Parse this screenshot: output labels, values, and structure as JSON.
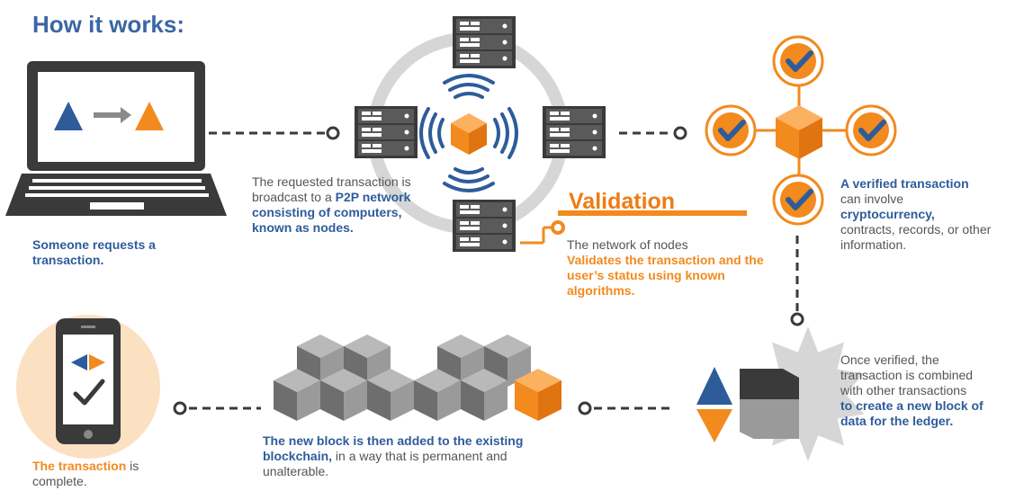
{
  "title": "How it works:",
  "steps": {
    "request": {
      "text": "Someone requests a transaction."
    },
    "broadcast": {
      "p1": "The requested transaction is broadcast to a ",
      "bold": "P2P network consisting of computers, known as nodes."
    },
    "validation": {
      "heading": "Validation",
      "p1": "The network of nodes",
      "bold": "Validates the transaction and the user’s status using known algorithms."
    },
    "verified": {
      "bold1": "A verified transaction",
      "p1": "can involve",
      "bold2": "cryptocurrency,",
      "p2": "contracts, records, or other information."
    },
    "combined": {
      "p1": "Once verified, the transaction is combined with other transactions",
      "bold": "to create a new block of data for the ledger."
    },
    "added": {
      "bold": "The new block is then added to the existing blockchain,",
      "p1": " in a way that is permanent and unalterable."
    },
    "complete": {
      "bold": "The transaction",
      "p1": " is complete."
    }
  },
  "colors": {
    "blue": "#2e5c9a",
    "orange": "#f28a1e",
    "dark": "#3a3a3a",
    "gray": "#d6d6d6"
  },
  "icons": [
    "laptop-icon",
    "server-icon",
    "cube-icon",
    "checkmark-icon",
    "smartphone-icon",
    "blockchain-icon",
    "new-block-icon"
  ]
}
